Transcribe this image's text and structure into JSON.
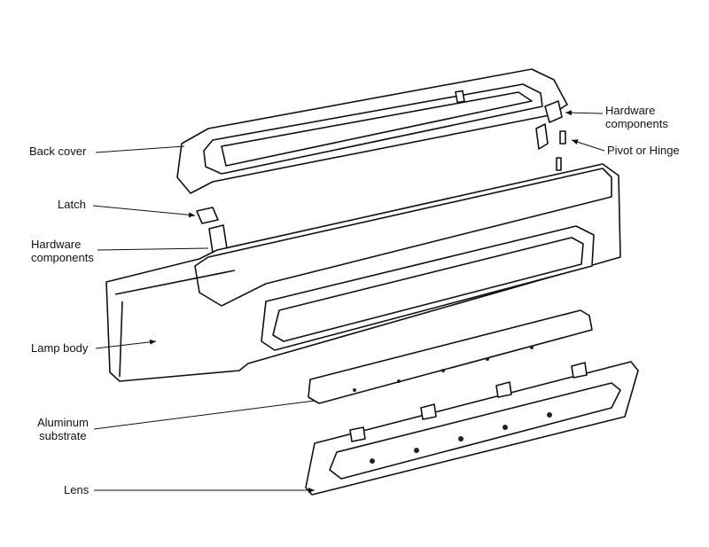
{
  "title": "Exploded view of LED street lamp",
  "labels": {
    "hardware_top": [
      "Hardware",
      "components"
    ],
    "back_cover": "Back cover",
    "pivot": "Pivot or Hinge",
    "latch": "Latch",
    "hardware_left": [
      "Hardware",
      "components"
    ],
    "lamp_body": "Lamp body",
    "substrate": [
      "Aluminum",
      "substrate"
    ],
    "lens": "Lens"
  }
}
